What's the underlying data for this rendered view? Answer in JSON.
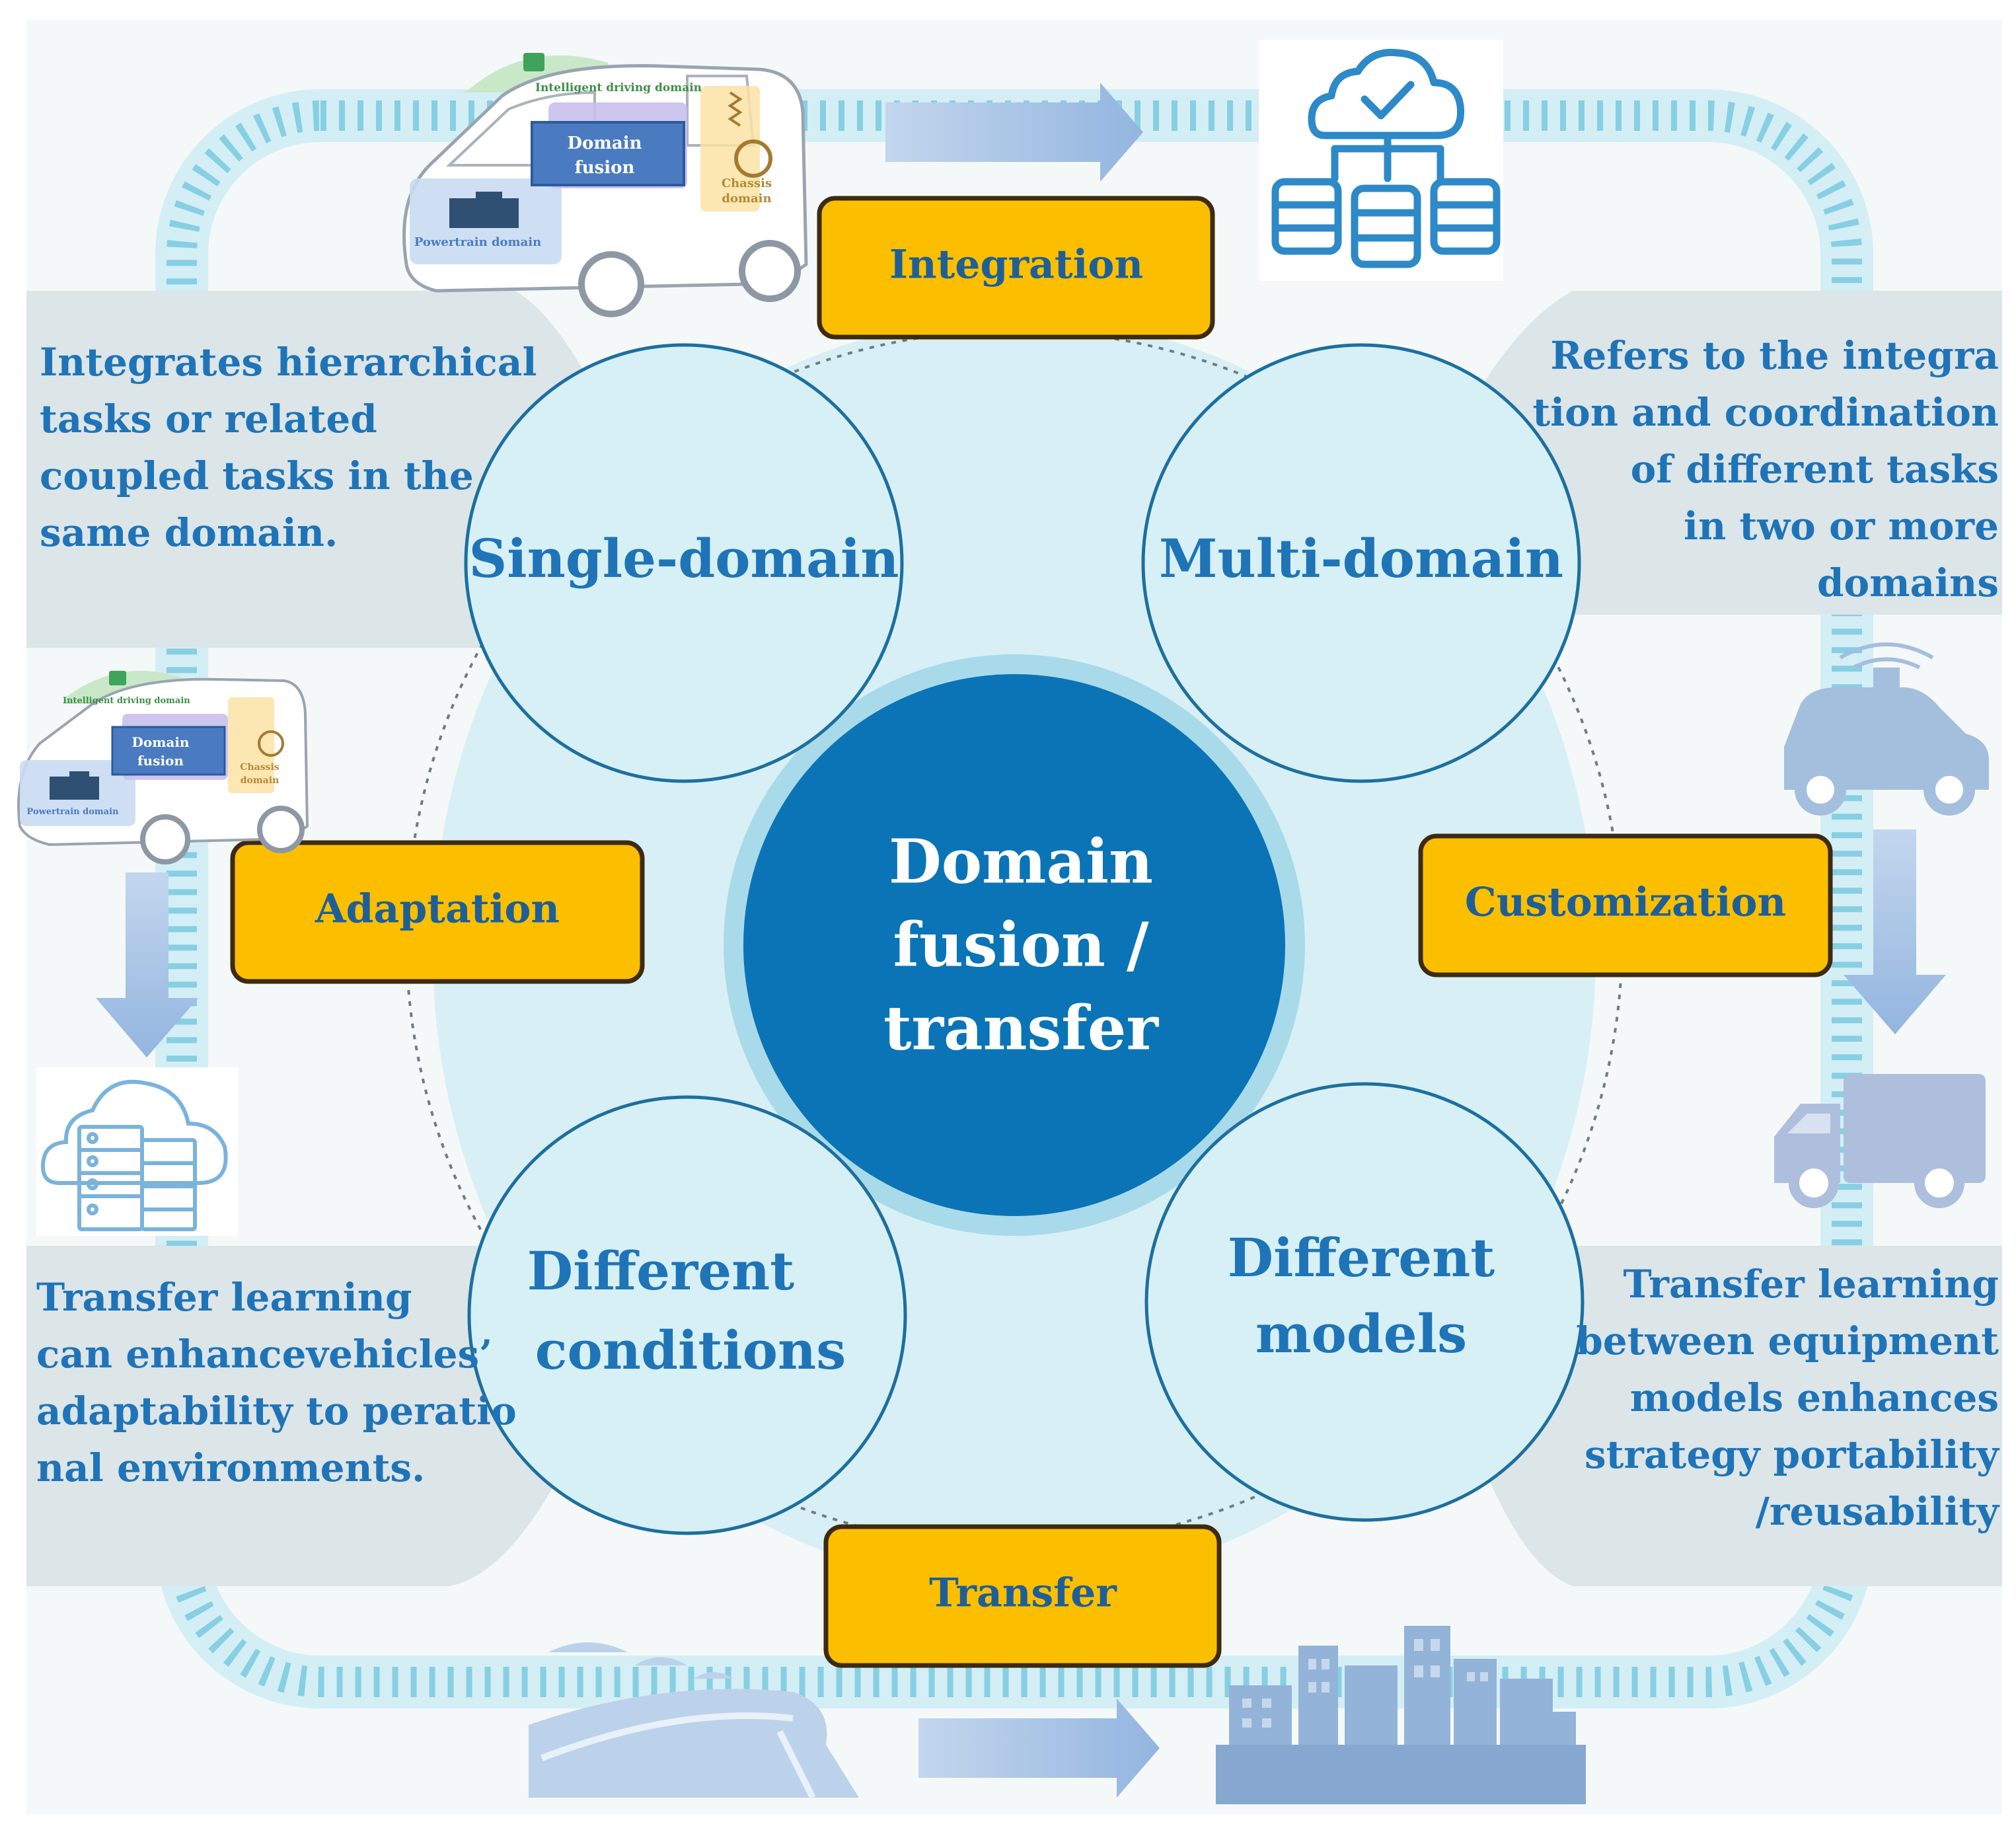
{
  "diagram": {
    "center": {
      "lines": [
        "Domain",
        "fusion /",
        "transfer"
      ]
    },
    "circles": [
      {
        "id": "single",
        "lines": [
          "Single-domain"
        ]
      },
      {
        "id": "multi",
        "lines": [
          "Multi-domain"
        ]
      },
      {
        "id": "conditions",
        "lines": [
          "Different",
          "conditions"
        ]
      },
      {
        "id": "models",
        "lines": [
          "Different",
          "models"
        ]
      }
    ],
    "tags": {
      "integration": "Integration",
      "adaptation": "Adaptation",
      "customization": "Customization",
      "transfer": "Transfer"
    },
    "descriptions": {
      "top_left": [
        "Integrates hierarchical",
        "tasks or related",
        "coupled tasks in the",
        "same domain."
      ],
      "top_right": [
        "Refers to the integra",
        "tion and coordination",
        "of different tasks",
        "in two or more",
        "domains"
      ],
      "bottom_left": [
        "Transfer learning",
        "can enhancevehicles’",
        "adaptability to peratio",
        "nal environments."
      ],
      "bottom_right": [
        "Transfer learning",
        "between equipment",
        "models enhances",
        "strategy portability",
        "/reusability"
      ]
    },
    "vehicle_labels": {
      "intelligent": "Intelligent driving domain",
      "domain_fusion": [
        "Domain",
        "fusion"
      ],
      "chassis": [
        "Chassis",
        "domain"
      ],
      "powertrain": "Powertrain domain"
    },
    "icons": [
      "vehicle-domain-illustration",
      "cloud-database-icon",
      "cloud-server-icon",
      "autonomous-car-icon",
      "truck-icon",
      "highway-icon",
      "city-icon",
      "arrow-right-icon",
      "arrow-down-icon"
    ],
    "colors": {
      "circle_fill": "#d6f0f6",
      "circle_stroke": "#1d6f9e",
      "center_fill": "#0a74b6",
      "halo": "#a9daea",
      "tag_fill": "#fbbf00",
      "tag_stroke": "#3d2b10",
      "text_blue": "#1f74b8",
      "panel": "#dce5e8",
      "arrow": "#a8c4e4"
    }
  }
}
